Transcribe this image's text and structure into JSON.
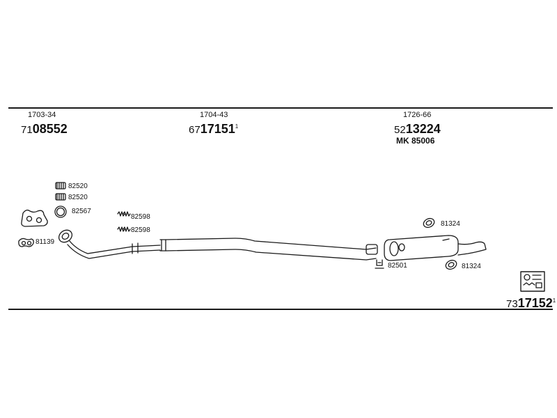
{
  "sections": [
    {
      "ref": "1703-34",
      "prefix": "71",
      "number": "08552",
      "suffix": ""
    },
    {
      "ref": "1704-43",
      "prefix": "67",
      "number": "17151",
      "suffix": "1"
    },
    {
      "ref": "1726-66",
      "prefix": "52",
      "number": "13224",
      "suffix": "",
      "kit": "MK  85006"
    }
  ],
  "parts": {
    "clamp_a": "82520",
    "clamp_b": "82520",
    "ring": "82567",
    "gasket": "81139",
    "spring_a": "82598",
    "spring_b": "82598",
    "hanger_top": "81324",
    "hanger_bottom": "81324",
    "clip": "82501"
  },
  "footer": {
    "prefix": "73",
    "number": "17152",
    "suffix": "1"
  },
  "icons": [
    "assembly-kit-icon"
  ],
  "colors": {
    "line": "#1a1a1a",
    "background": "#ffffff"
  }
}
